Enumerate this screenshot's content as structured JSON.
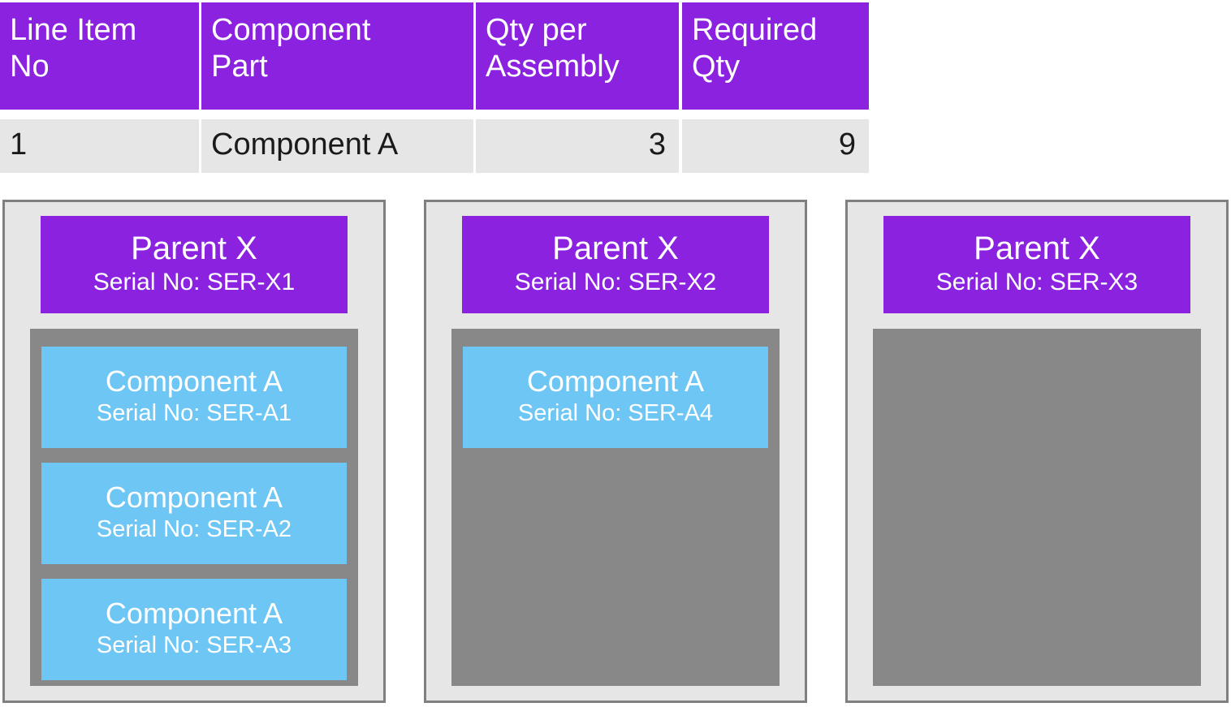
{
  "bom_table": {
    "columns": [
      "Line Item\nNo",
      "Component\nPart",
      "Qty per\nAssembly",
      "Required\nQty"
    ],
    "rows": [
      {
        "line_item_no": "1",
        "component_part": "Component A",
        "qty_per_assembly": "3",
        "required_qty": "9"
      }
    ],
    "header_bg": "#8A22E0",
    "row_bg": "#E6E6E6"
  },
  "serial_allocation": {
    "cards": [
      {
        "parent_title": "Parent X",
        "parent_serial": "Serial No: SER-X1",
        "components": [
          {
            "title": "Component A",
            "serial": "Serial No: SER-A1"
          },
          {
            "title": "Component A",
            "serial": "Serial No: SER-A2"
          },
          {
            "title": "Component A",
            "serial": "Serial No: SER-A3"
          }
        ],
        "empty_slots": 0
      },
      {
        "parent_title": "Parent X",
        "parent_serial": "Serial No: SER-X2",
        "components": [
          {
            "title": "Component A",
            "serial": "Serial No: SER-A4"
          }
        ],
        "empty_slots": 2
      },
      {
        "parent_title": "Parent X",
        "parent_serial": "Serial No: SER-X3",
        "components": [],
        "empty_slots": 3
      }
    ],
    "card_bg": "#E6E6E6",
    "card_border": "#808080",
    "parent_bg": "#8A22E0",
    "slot_container_bg": "#888888",
    "component_bg": "#6EC6F5"
  }
}
